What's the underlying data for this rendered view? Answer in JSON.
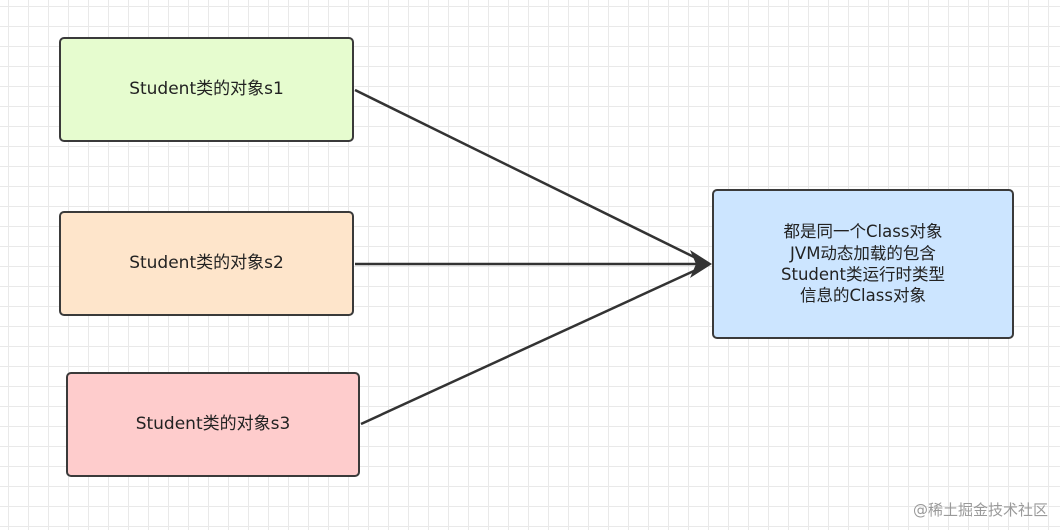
{
  "nodes": {
    "s1": {
      "label": "Student类的对象s1",
      "fill": "#e6fccf"
    },
    "s2": {
      "label": "Student类的对象s2",
      "fill": "#fee5cb"
    },
    "s3": {
      "label": "Student类的对象s3",
      "fill": "#fecccc"
    },
    "class_object": {
      "lines": [
        "都是同一个Class对象",
        "JVM动态加载的包含",
        "Student类运行时类型",
        "信息的Class对象"
      ],
      "fill": "#cce5ff"
    }
  },
  "edges": [
    {
      "from": "s1",
      "to": "class_object"
    },
    {
      "from": "s2",
      "to": "class_object"
    },
    {
      "from": "s3",
      "to": "class_object"
    }
  ],
  "colors": {
    "stroke": "#333333",
    "grid": "#e9e9e9"
  },
  "watermark": "@稀土掘金技术社区"
}
